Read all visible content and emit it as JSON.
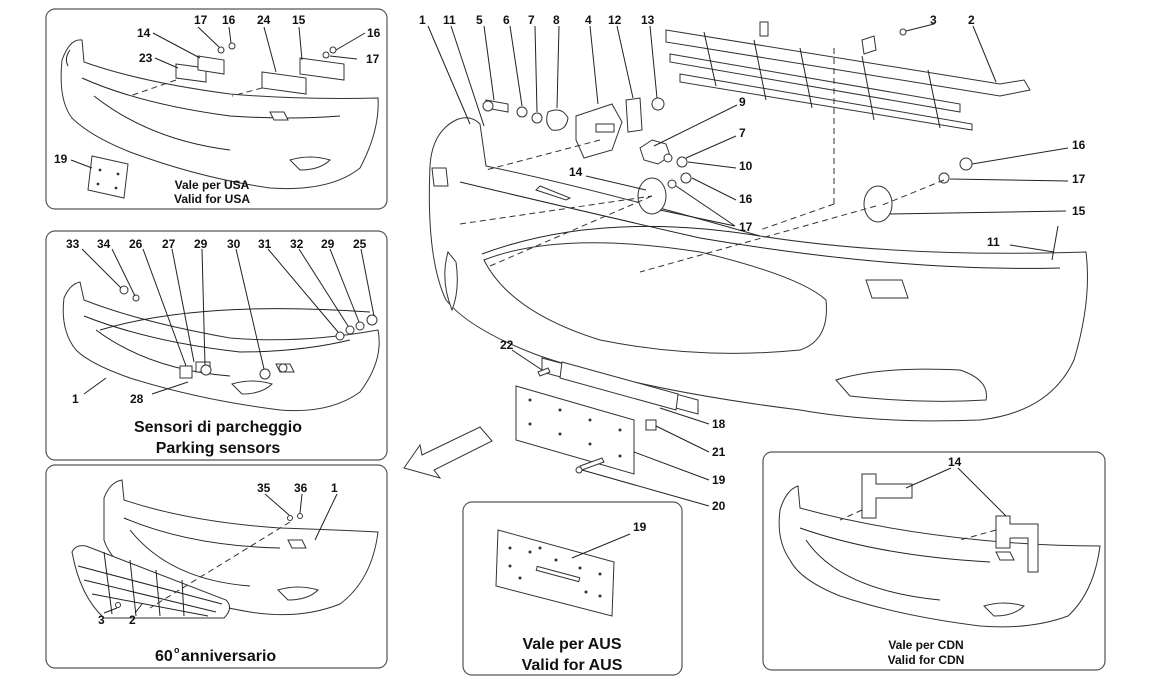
{
  "captions": {
    "usa_it": "Vale per USA",
    "usa_en": "Valid for USA",
    "sensors_it": "Sensori di parcheggio",
    "sensors_en": "Parking sensors",
    "anniv_num": "60",
    "anniv_deg": "o",
    "anniv_text": "anniversario",
    "aus_it": "Vale per AUS",
    "aus_en": "Valid for AUS",
    "cdn_it": "Vale per CDN",
    "cdn_en": "Valid for CDN"
  },
  "labels": {
    "usa": [
      "17",
      "16",
      "14",
      "24",
      "15",
      "16",
      "23",
      "17",
      "19"
    ],
    "sensors": [
      "33",
      "34",
      "26",
      "27",
      "29",
      "30",
      "31",
      "32",
      "29",
      "25",
      "1",
      "28"
    ],
    "anniv": [
      "35",
      "36",
      "1",
      "3",
      "2"
    ],
    "main": [
      "1",
      "11",
      "5",
      "6",
      "7",
      "8",
      "4",
      "12",
      "13",
      "3",
      "2",
      "9",
      "7",
      "10",
      "14",
      "16",
      "17",
      "16",
      "17",
      "15",
      "11",
      "22",
      "18",
      "21",
      "19",
      "20"
    ],
    "aus": [
      "19"
    ],
    "cdn": [
      "14"
    ]
  }
}
